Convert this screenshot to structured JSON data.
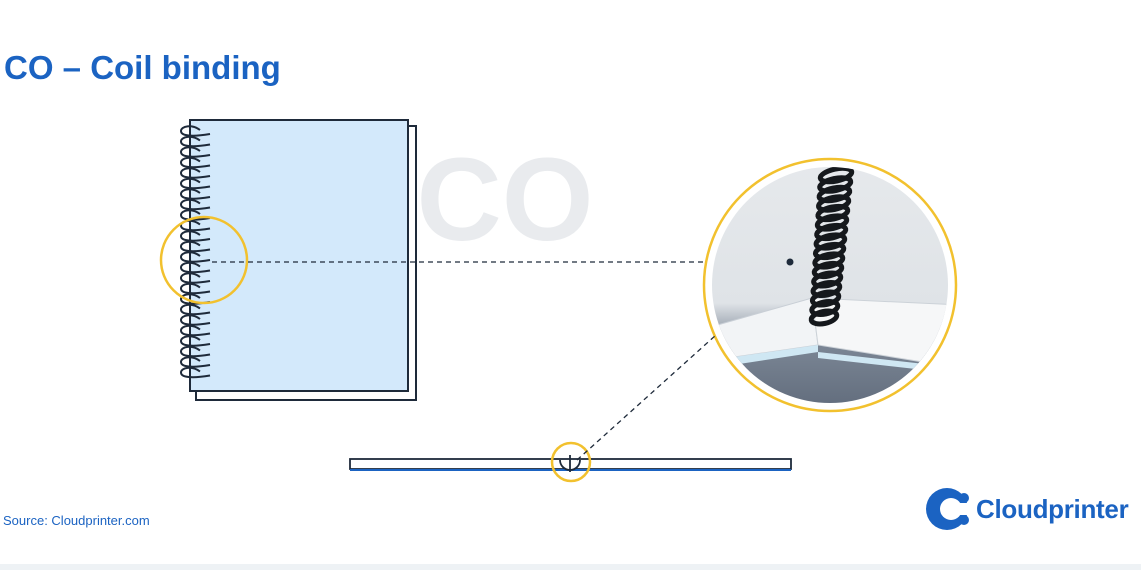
{
  "title": "CO – Coil binding",
  "watermark": "CO",
  "source": "Source: Cloudprinter.com",
  "logo": {
    "text": "Cloudprinter",
    "icon": "cloudprinter-c-logo"
  },
  "colors": {
    "brand_blue": "#1b63c2",
    "highlight_yellow": "#f2c12e",
    "page_fill": "#d3e9fb",
    "outline": "#1e2a3a",
    "watermark": "#e9ebee"
  }
}
